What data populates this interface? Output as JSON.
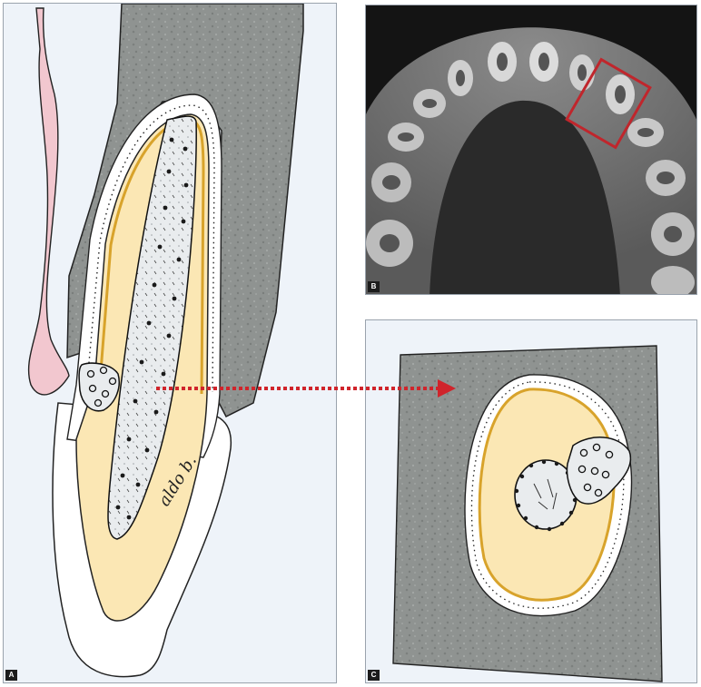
{
  "panels": {
    "a": {
      "label": "A",
      "signature": "aldo b."
    },
    "b": {
      "label": "B"
    },
    "c": {
      "label": "C"
    }
  },
  "colors": {
    "bone": "#8f9391",
    "dentin": "#fbe7b4",
    "pulp_dots": "#1a1a1a",
    "enamel_line": "#d8a32b",
    "gingiva": "#f2c7cf",
    "highlight_box": "#c0262c",
    "arrow": "#d0242b",
    "background": "#eef3f9"
  }
}
